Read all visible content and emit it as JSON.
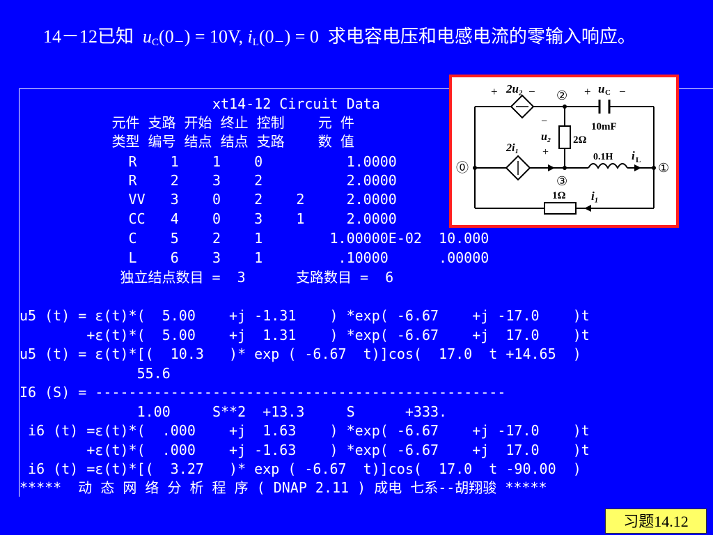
{
  "title": {
    "prefix": "14－12已知",
    "uc_var": "u",
    "uc_sub": "C",
    "uc_rest": "(0",
    "minus_sub": "－",
    "uc_eq": ") = 10V, ",
    "il_var": "i",
    "il_sub": "L",
    "il_rest": "(0",
    "il_minus": "－",
    "il_eq": ") = 0",
    "suffix": "求电容电压和电感电流的零输入响应。"
  },
  "output": {
    "lines": [
      "                       xt14-12 Circuit Data",
      "           元件 支路 开始 终止 控制    元 件",
      "           类型 编号 结点 结点 支路    数 值",
      "             R    1    1    0          1.0000",
      "             R    2    3    2          2.0000",
      "             VV   3    0    2    2     2.0000",
      "             CC   4    0    3    1     2.0000",
      "             C    5    2    1        1.00000E-02  10.000",
      "             L    6    3    1         .10000      .00000",
      "            独立结点数目 =  3      支路数目 =  6",
      "",
      "u5 (t) = ε(t)*(  5.00    +j -1.31    ) *exp( -6.67    +j -17.0    )t",
      "        +ε(t)*(  5.00    +j  1.31    ) *exp( -6.67    +j  17.0    )t",
      "u5 (t) = ε(t)*[(  10.3   )* exp ( -6.67  t)]cos(  17.0  t +14.65  )",
      "              55.6",
      "I6 (S) = -------------------------------------------------",
      "              1.00     S**2  +13.3     S      +333.",
      " i6 (t) =ε(t)*(  .000    +j  1.63    ) *exp( -6.67    +j -17.0    )t",
      "        +ε(t)*(  .000    +j -1.63    ) *exp( -6.67    +j  17.0    )t",
      " i6 (t) =ε(t)*[(  3.27   )* exp ( -6.67  t)]cos(  17.0  t -90.00  )",
      "*****  动 态 网 络 分 析 程 序 ( DNAP 2.11 ) 成电 七系--胡翔骏 *****"
    ]
  },
  "circuit": {
    "dep_source_top_label": "2u₂",
    "node2": "②",
    "node0": "⓪",
    "node1": "①",
    "node3": "③",
    "uc_label": "u",
    "uc_label_sub": "C",
    "cap_value": "10mF",
    "u2_label": "u₂",
    "r2_value": "2Ω",
    "dep_current_label": "2i₁",
    "ind_value": "0.1H",
    "il_label": "i",
    "il_label_sub": "L",
    "r1_value": "1Ω",
    "i1_label": "i₁",
    "plus": "+",
    "minus": "−"
  },
  "badge": "习题14.12"
}
